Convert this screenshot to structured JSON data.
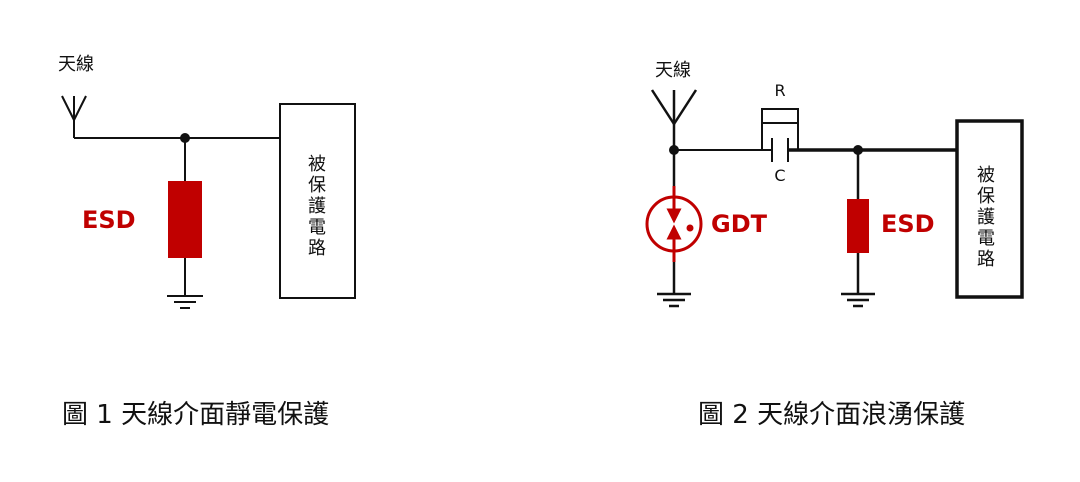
{
  "colors": {
    "line": "#111111",
    "accent": "#c00000",
    "background": "#ffffff"
  },
  "figure1": {
    "antenna_label": "天線",
    "esd_label": "ESD",
    "protected_label": [
      "被",
      "保",
      "護",
      "電",
      "路"
    ],
    "caption": "圖 1 天線介面靜電保護"
  },
  "figure2": {
    "antenna_label": "天線",
    "resistor_label": "R",
    "capacitor_label": "C",
    "gdt_label": "GDT",
    "esd_label": "ESD",
    "protected_label": [
      "被",
      "保",
      "護",
      "電",
      "路"
    ],
    "caption": "圖 2 天線介面浪湧保護"
  }
}
